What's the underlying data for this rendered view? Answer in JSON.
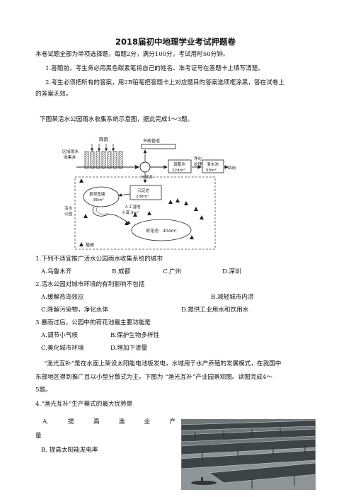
{
  "page_title": "2018届初中地理学业考试押题卷",
  "intro": "本卷试题全部为单项选择题，每题2分，满分100分，考试用时50分钟。",
  "notes": [
    "1.答题前，考生务必用黑色碳素笔将自己的姓名、准考证号在答题卡上填写清楚。",
    "2.考生必须把所有的答案，用2B铅笔把答题卡上对应题目的答案选项框涂黑，答在试卷上",
    "的答案无效。"
  ],
  "passage1": "下图某活水公园雨水收集系统示意图，据此完成1～3题。",
  "diagram": {
    "rain": "降雨",
    "collection_well_1": "区域雨水",
    "collection_well_2": "收集井",
    "municipal_pipe": "市政管道",
    "splitter_well": "分流井",
    "purify_1": "净化",
    "purify_2": "处理",
    "storage_pool_name": "调蓄池",
    "storage_pool_area": "224m²",
    "clear_pool_name": "清水池",
    "clear_pool_area": "50m²",
    "reuse": "回用",
    "park_1": "活水",
    "park_2": "公园",
    "fishpond_name": "景观鱼塘",
    "fishpond_area": "80m²",
    "sedimentation_name": "沉淀池",
    "sedimentation_area": "208m²",
    "wetland_1": "人工湿地",
    "wetland_2": "小溪 9m²",
    "lotus_name": "荷花池",
    "lotus_area": "404m²",
    "vegetation": "植被"
  },
  "questions": [
    {
      "stem": "1.下列不适宜推广活水公园雨水收集系统的城市",
      "options": [
        "A.乌鲁木齐",
        "B.成都",
        "C.广州",
        "D.深圳"
      ]
    },
    {
      "stem": "2.活水公园对城市环境的有利影响不包括",
      "options": [
        "A.缓解热岛效应",
        "B.减轻城市内涝",
        "C.降解污染物，净化水体",
        "D.提供工业用水和饮用水"
      ]
    },
    {
      "stem": "3.暴雨过后，公园中的荷花池最主要功能是",
      "options": [
        "A.调节小气候",
        "B.保护生物多样性",
        "C.美化城市环境",
        "D.增加下渗量"
      ]
    }
  ],
  "passage2": [
    "“渔光互补”是在水面上架设太阳能电池板发电，水域用于水产养殖的发展模式，在我国中",
    "东部地区得到推广且以小型分散式为主。下图为  “渔光互补”产业园景观图。读图完成4～",
    "5题。"
  ],
  "q4": {
    "stem": "4.“渔光互补”生产模式的最大优势是",
    "option_a": [
      "A.",
      "提",
      "高",
      "渔",
      "业",
      "产"
    ],
    "option_a_end": "量",
    "option_b": "B.   提高太阳能发电率"
  }
}
